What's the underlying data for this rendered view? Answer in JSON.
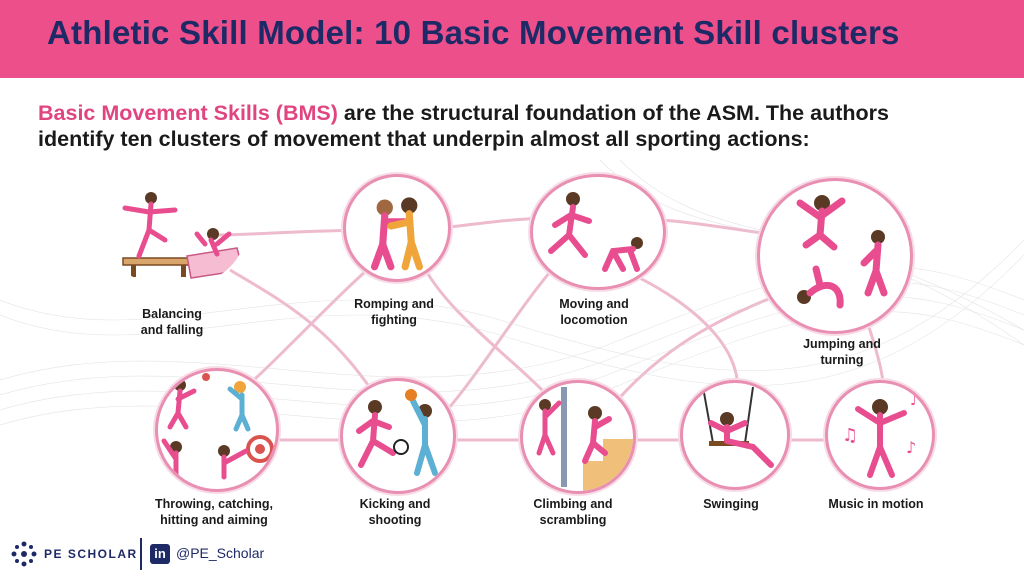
{
  "header": {
    "title": "Athletic Skill Model: 10 Basic Movement Skill clusters"
  },
  "intro": {
    "highlight": "Basic Movement Skills (BMS)",
    "line1_rest": " are the structural foundation of the ASM. The authors",
    "line2": "identify ten clusters of movement that underpin almost all sporting actions:"
  },
  "clusters": [
    {
      "label": "Balancing\nand falling",
      "icon": "balance-beam-icon"
    },
    {
      "label": "Romping and\nfighting",
      "icon": "wrestling-icon"
    },
    {
      "label": "Moving and\nlocomotion",
      "icon": "running-icon"
    },
    {
      "label": "Jumping and\nturning",
      "icon": "jumping-icon"
    },
    {
      "label": "Throwing, catching,\nhitting and aiming",
      "icon": "ball-throw-icon"
    },
    {
      "label": "Kicking and\nshooting",
      "icon": "soccer-ball-icon"
    },
    {
      "label": "Climbing and\nscrambling",
      "icon": "climbing-wall-icon"
    },
    {
      "label": "Swinging",
      "icon": "swing-icon"
    },
    {
      "label": "Music in motion",
      "icon": "music-note-icon"
    }
  ],
  "footer": {
    "brand": "PE SCHOLAR",
    "linkedin": "in",
    "handle": "@PE_Scholar"
  },
  "colors": {
    "header": "#ec4f8a",
    "title": "#1e2a66",
    "highlight": "#e0457f",
    "ring": "#e88fb2"
  }
}
